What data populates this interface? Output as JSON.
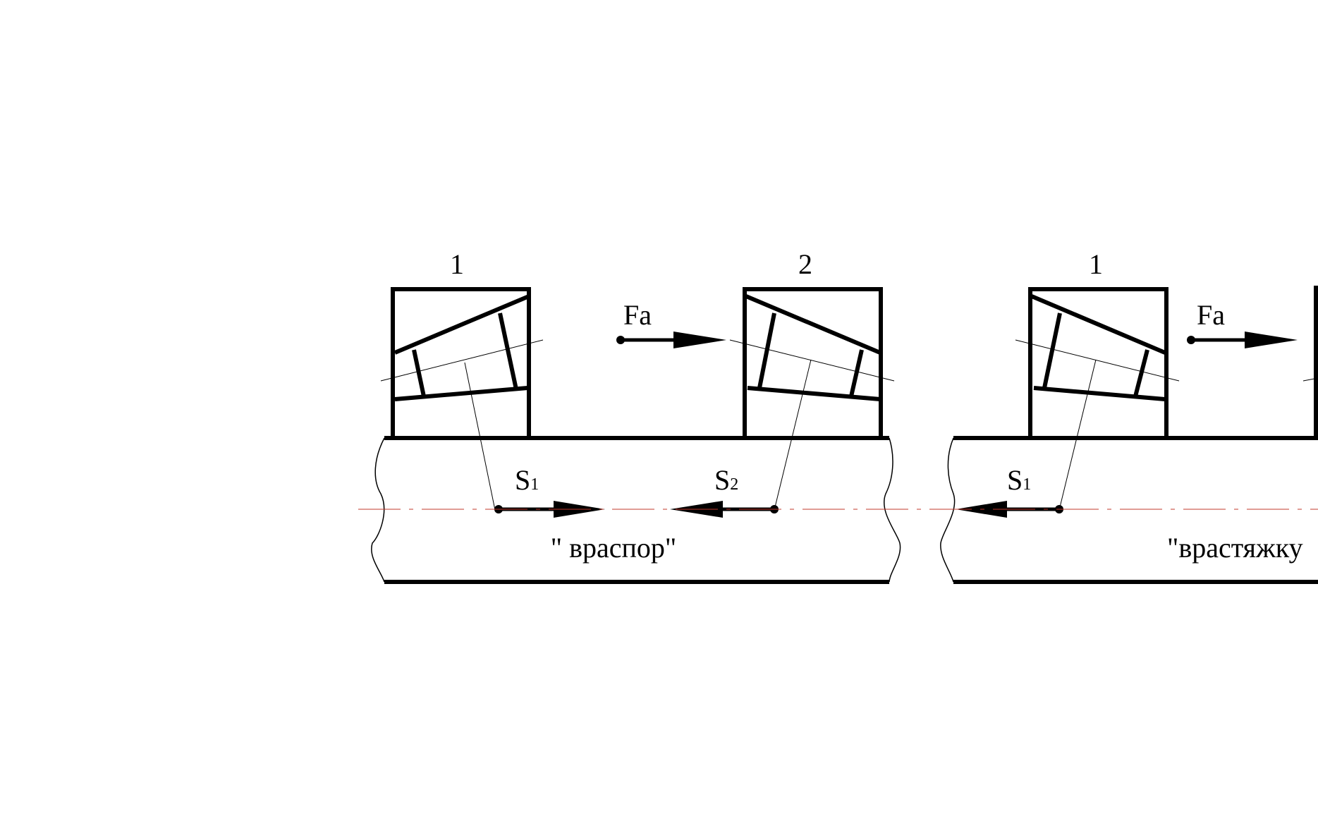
{
  "diagram": {
    "left": {
      "bearing_1_label": "1",
      "bearing_2_label": "2",
      "force_label": "Fa",
      "s1_main": "S",
      "s1_sub": "1",
      "s2_main": "S",
      "s2_sub": "2",
      "caption": "\" враспор\""
    },
    "right": {
      "bearing_1_label": "1",
      "force_label": "Fa",
      "s1_main": "S",
      "s1_sub": "1",
      "caption": "\"врастяжку"
    },
    "colors": {
      "line": "#000000",
      "axis": "#c0392b",
      "background": "#ffffff"
    }
  }
}
